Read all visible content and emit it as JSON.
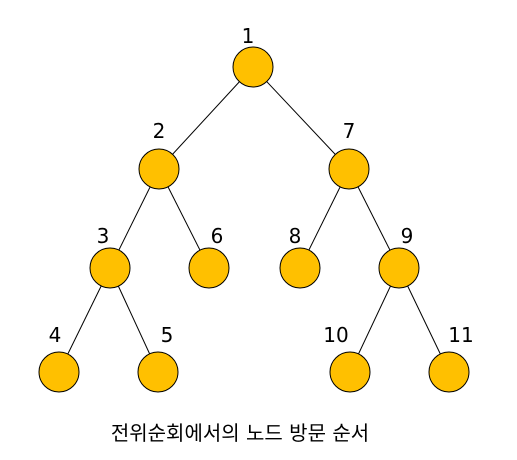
{
  "diagram": {
    "caption": "전위순회에서의 노드 방문 순서",
    "node_fill": "#FFC000",
    "node_stroke": "#000000",
    "edge_color": "#000000",
    "nodes": [
      {
        "id": "n1",
        "label": "1"
      },
      {
        "id": "n2",
        "label": "2"
      },
      {
        "id": "n3",
        "label": "3"
      },
      {
        "id": "n4",
        "label": "4"
      },
      {
        "id": "n5",
        "label": "5"
      },
      {
        "id": "n6",
        "label": "6"
      },
      {
        "id": "n7",
        "label": "7"
      },
      {
        "id": "n8",
        "label": "8"
      },
      {
        "id": "n9",
        "label": "9"
      },
      {
        "id": "n10",
        "label": "10"
      },
      {
        "id": "n11",
        "label": "11"
      }
    ],
    "edges": [
      {
        "from": "n1",
        "to": "n2"
      },
      {
        "from": "n1",
        "to": "n7"
      },
      {
        "from": "n2",
        "to": "n3"
      },
      {
        "from": "n2",
        "to": "n6"
      },
      {
        "from": "n3",
        "to": "n4"
      },
      {
        "from": "n3",
        "to": "n5"
      },
      {
        "from": "n7",
        "to": "n8"
      },
      {
        "from": "n7",
        "to": "n9"
      },
      {
        "from": "n9",
        "to": "n10"
      },
      {
        "from": "n9",
        "to": "n11"
      }
    ]
  }
}
